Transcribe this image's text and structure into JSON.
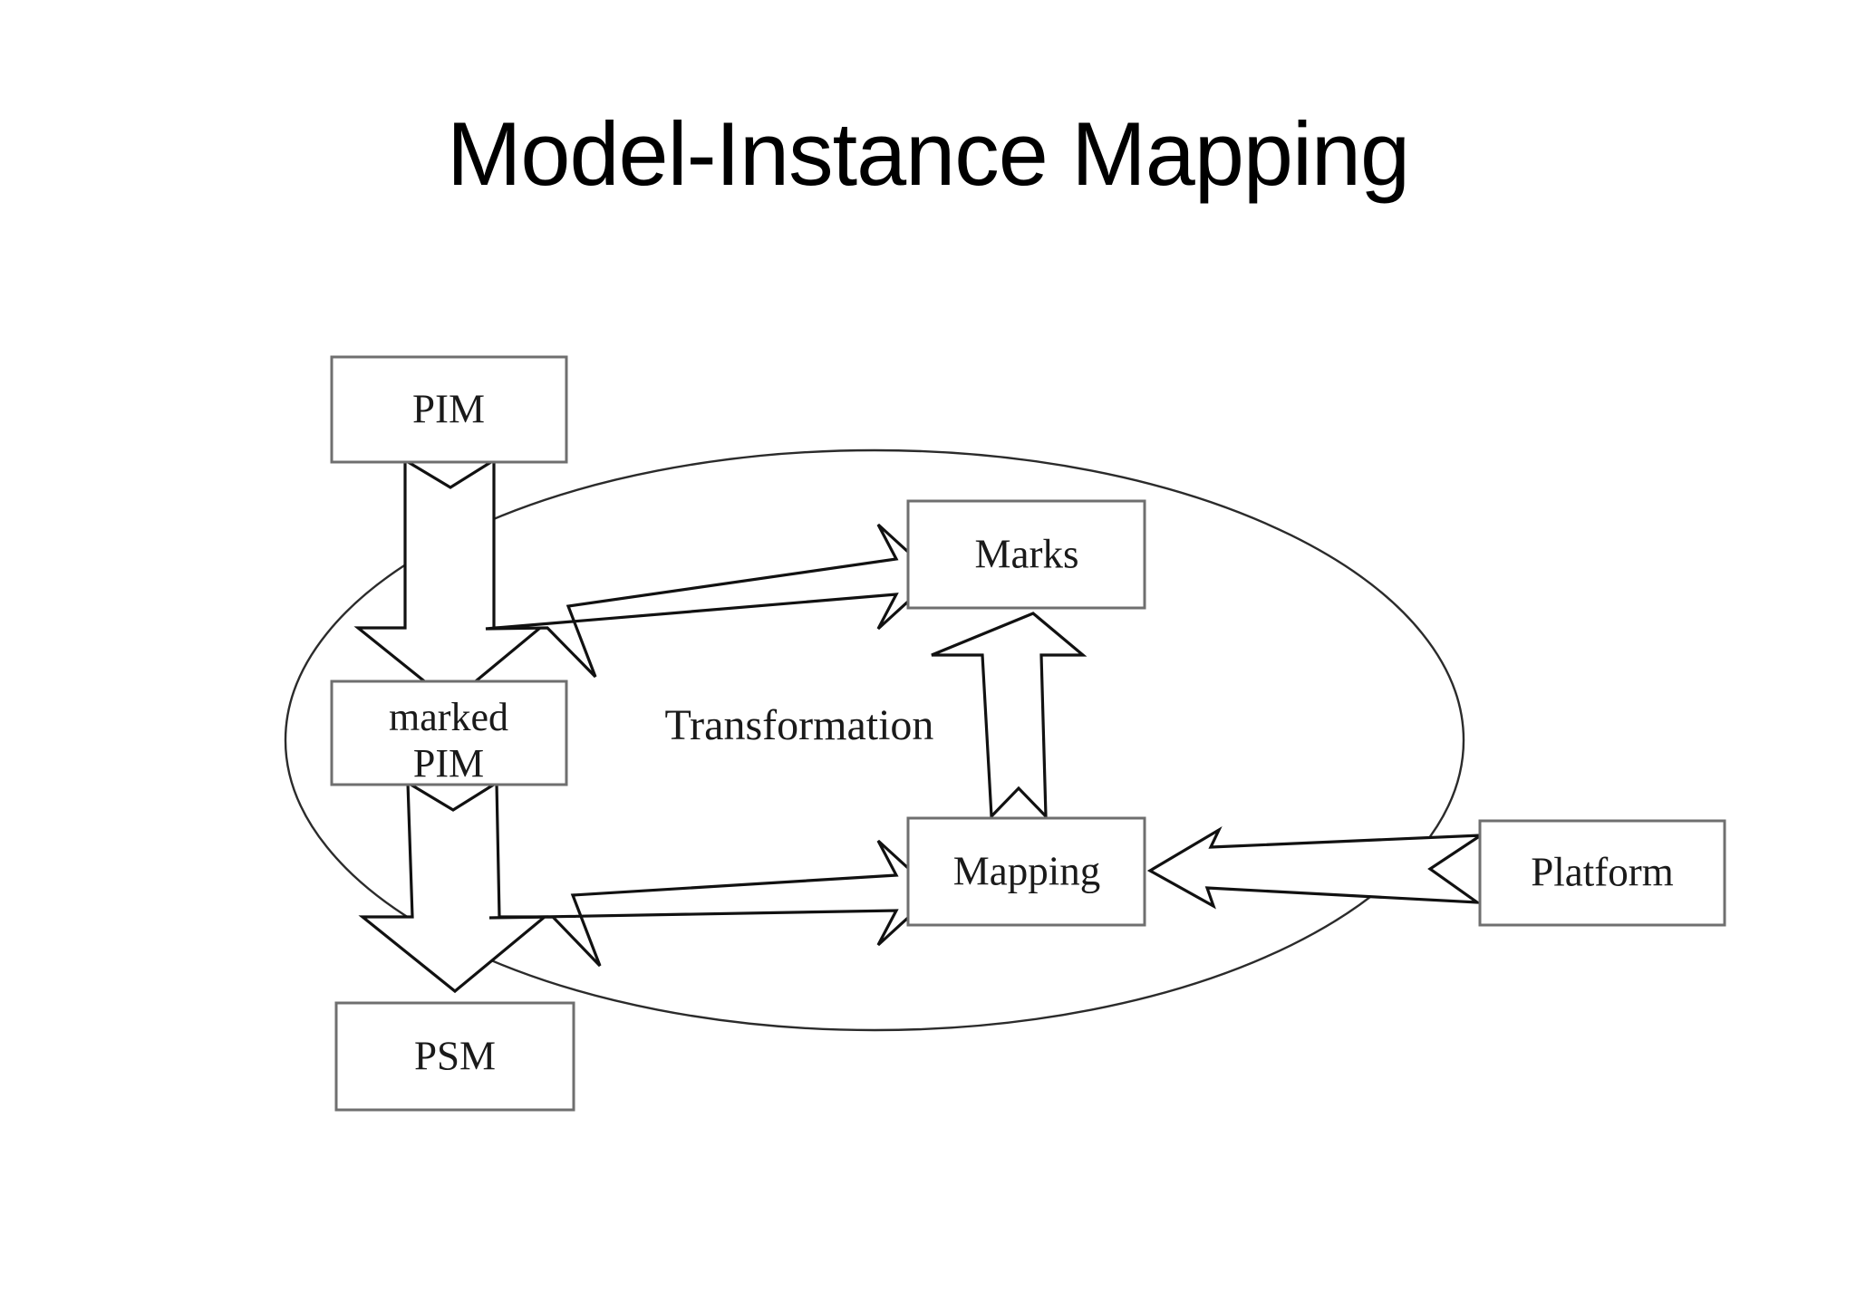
{
  "slide": {
    "title": "Model-Instance Mapping",
    "background_color": "#ffffff",
    "text_color": "#000000"
  },
  "diagram": {
    "type": "block-arrow-flow",
    "container_label": "Transformation",
    "container_shape": "ellipse",
    "nodes": [
      {
        "id": "pim",
        "label": "PIM",
        "label_line1": "PIM",
        "label_line2": ""
      },
      {
        "id": "marked-pim",
        "label": "marked PIM",
        "label_line1": "marked",
        "label_line2": "PIM"
      },
      {
        "id": "psm",
        "label": "PSM",
        "label_line1": "PSM",
        "label_line2": ""
      },
      {
        "id": "marks",
        "label": "Marks",
        "label_line1": "Marks",
        "label_line2": ""
      },
      {
        "id": "mapping",
        "label": "Mapping",
        "label_line1": "Mapping",
        "label_line2": ""
      },
      {
        "id": "platform",
        "label": "Platform",
        "label_line1": "Platform",
        "label_line2": ""
      }
    ],
    "edges": [
      {
        "id": "pim-to-marked-pim",
        "from": "PIM",
        "to": "marked PIM",
        "direction": "down",
        "style": "block-arrow"
      },
      {
        "id": "marks-to-marked-pim",
        "from": "Marks",
        "to": "marked PIM",
        "direction": "left",
        "style": "block-arrow"
      },
      {
        "id": "marked-pim-to-psm",
        "from": "marked PIM",
        "to": "PSM",
        "direction": "down",
        "style": "block-arrow"
      },
      {
        "id": "mapping-to-psm",
        "from": "Mapping",
        "to": "PSM",
        "direction": "left",
        "style": "block-arrow"
      },
      {
        "id": "mapping-to-marks",
        "from": "Mapping",
        "to": "Marks",
        "direction": "up",
        "style": "block-arrow"
      },
      {
        "id": "platform-to-mapping",
        "from": "Platform",
        "to": "Mapping",
        "direction": "left",
        "style": "block-arrow"
      }
    ],
    "colors": {
      "box_stroke": "#6f6f6f",
      "box_fill": "#ffffff",
      "arrow_stroke": "#111111",
      "arrow_fill": "#ffffff",
      "ellipse_stroke": "#2b2b2b",
      "label_color": "#1a1a1a"
    }
  }
}
